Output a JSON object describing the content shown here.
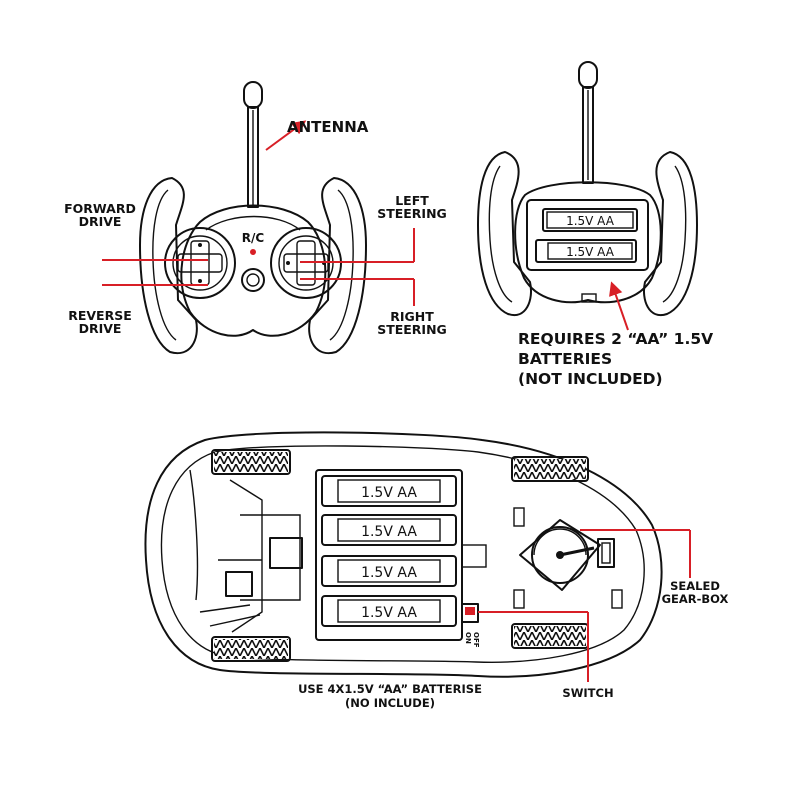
{
  "remote_front": {
    "labels": {
      "antenna": "ANTENNA",
      "forward_drive": [
        "FORWARD",
        "DRIVE"
      ],
      "reverse_drive": [
        "REVERSE",
        "DRIVE"
      ],
      "left_steering": [
        "LEFT",
        "STEERING"
      ],
      "right_steering": [
        "RIGHT",
        "STEERING"
      ],
      "rc": "R/C"
    }
  },
  "remote_back": {
    "batteries": [
      "1.5V AA",
      "1.5V AA"
    ],
    "requirement": [
      "REQUIRES 2 “AA” 1.5V",
      "BATTERIES",
      "(NOT INCLUDED)"
    ]
  },
  "car": {
    "batteries": [
      "1.5V AA",
      "1.5V AA",
      "1.5V AA",
      "1.5V AA"
    ],
    "labels": {
      "gearbox": [
        "SEALED",
        "GEAR-BOX"
      ],
      "switch": "SWITCH",
      "battery_note": [
        "USE 4X1.5V “AA” BATTERISE",
        "(NO INCLUDE)"
      ],
      "off": "OFF",
      "on": "ON"
    }
  },
  "colors": {
    "accent": "#d81f26",
    "ink": "#111111"
  }
}
